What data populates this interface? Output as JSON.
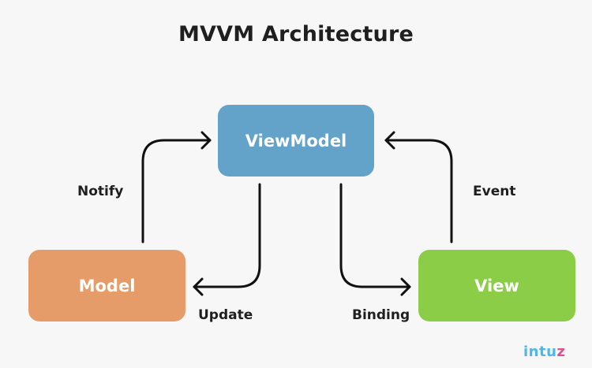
{
  "title": "MVVM Architecture",
  "nodes": {
    "viewmodel": {
      "label": "ViewModel",
      "color": "#63a3c9"
    },
    "model": {
      "label": "Model",
      "color": "#e59c68"
    },
    "view": {
      "label": "View",
      "color": "#8ccd47"
    }
  },
  "edges": {
    "notify": "Notify",
    "update": "Update",
    "binding": "Binding",
    "event": "Event"
  },
  "logo": {
    "part1": "intu",
    "part2": "z",
    "color1": "#4fb6e8",
    "color2": "#d9548e"
  },
  "colors": {
    "background": "#f7f7f7",
    "arrow": "#111111"
  }
}
